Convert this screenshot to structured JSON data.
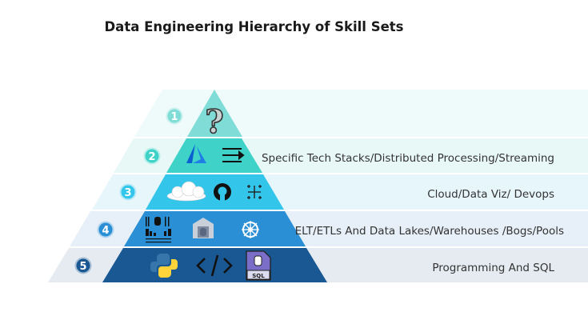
{
  "title": "Data Engineering Hierarchy of Skill Sets",
  "levels": [
    {
      "number": "1",
      "label": "",
      "icons": [
        "question-mark-icon"
      ],
      "color": "#7fdcd6",
      "light": "#effbfb"
    },
    {
      "number": "2",
      "label": "Specific Tech Stacks/Distributed Processing/Streaming",
      "icons": [
        "azure-icon",
        "streaming-icon"
      ],
      "color": "#3ed2c8",
      "light": "#e8f8f7"
    },
    {
      "number": "3",
      "label": "Cloud/Data Viz/ Devops",
      "icons": [
        "cloud-icon",
        "github-icon",
        "tableau-icon"
      ],
      "color": "#33c5ea",
      "light": "#e7f6fb"
    },
    {
      "number": "4",
      "label": "ELT/ETLs And Data Lakes/Warehouses /Bogs/Pools",
      "icons": [
        "data-lake-icon",
        "warehouse-icon",
        "kubernetes-icon"
      ],
      "color": "#2b8fd5",
      "light": "#e7f0f8"
    },
    {
      "number": "5",
      "label": "Programming And SQL",
      "icons": [
        "python-icon",
        "code-icon",
        "sql-file-icon"
      ],
      "color": "#1a5893",
      "light": "#e6ebf1"
    }
  ],
  "sql_text": "SQL"
}
